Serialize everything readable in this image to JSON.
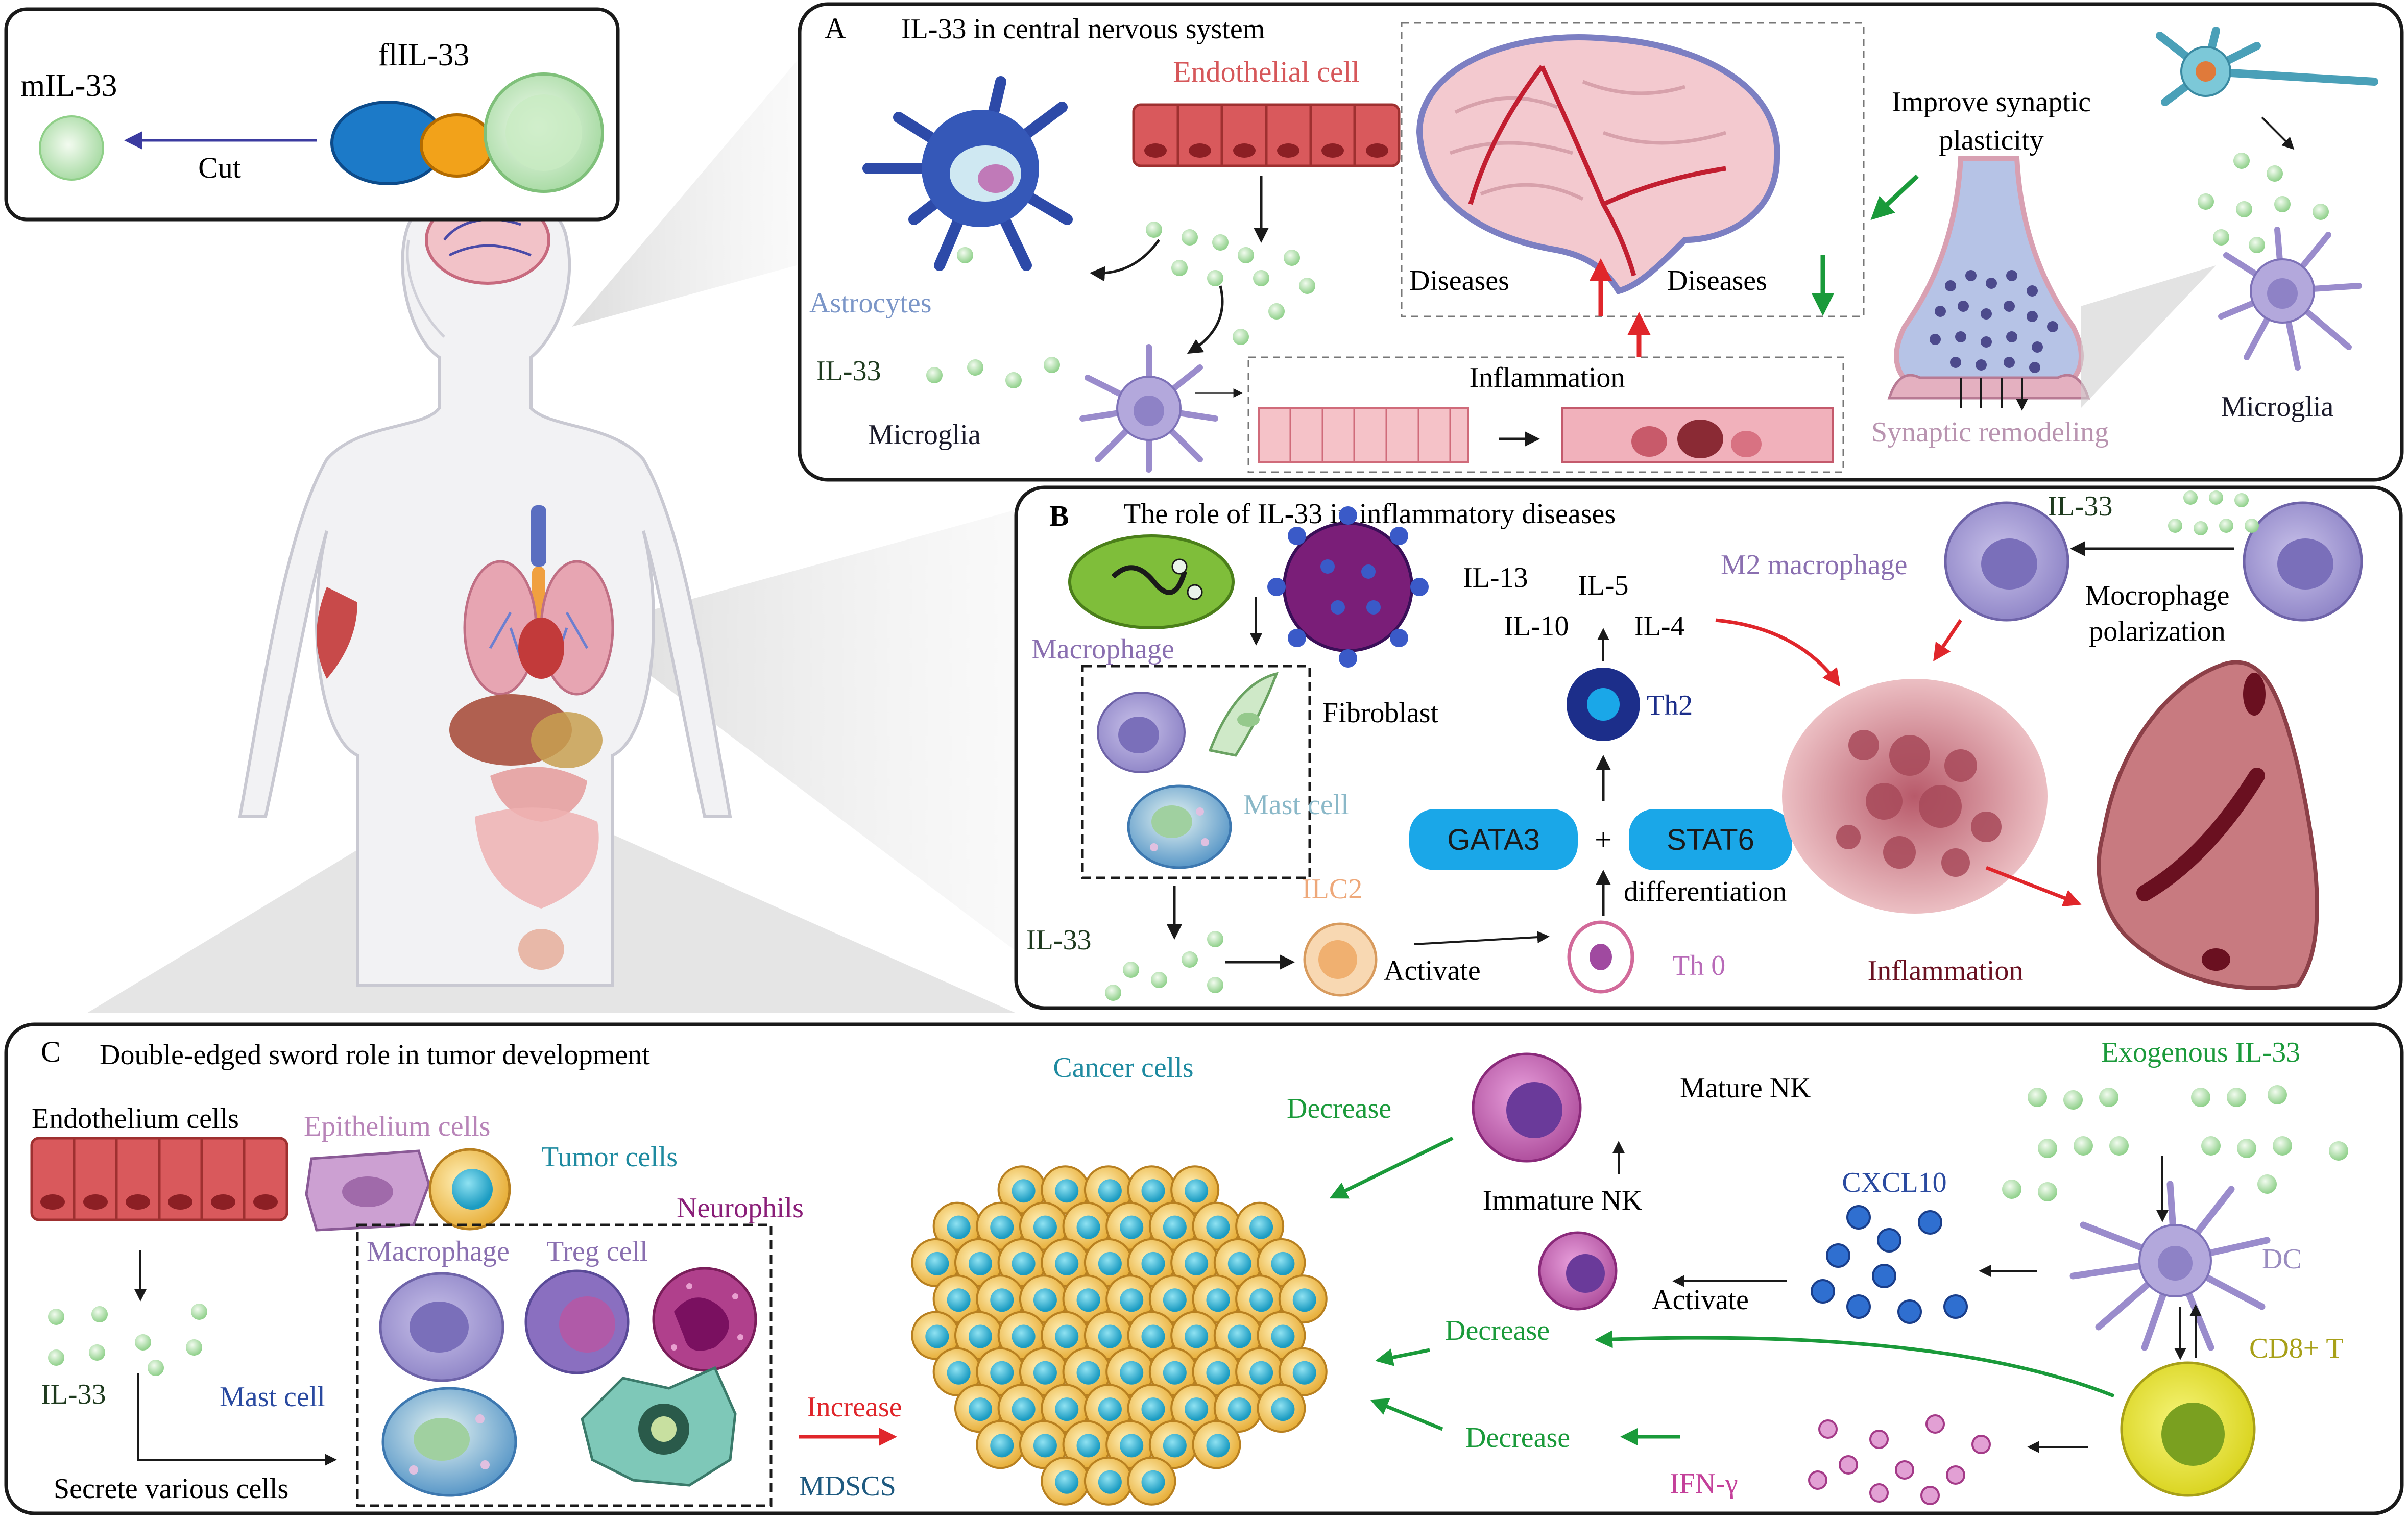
{
  "cleavage": {
    "precursor": "flIL-33",
    "mature": "mIL-33",
    "action": "Cut"
  },
  "panel_a": {
    "letter": "A",
    "title": "IL-33 in central nervous system",
    "endothelial": "Endothelial cell",
    "astrocytes": "Astrocytes",
    "il33": "IL-33",
    "microglia_left": "Microglia",
    "diseases_up": "Diseases",
    "diseases_down": "Diseases",
    "inflammation": "Inflammation",
    "improve_line1": "Improve synaptic",
    "improve_line2": "plasticity",
    "synaptic_remodeling": "Synaptic remodeling",
    "microglia_right": "Microglia"
  },
  "panel_b": {
    "letter": "B",
    "title": "The role of  IL-33 in inflammatory diseases",
    "macrophage": "Macrophage",
    "fibroblast": "Fibroblast",
    "mast_cell": "Mast cell",
    "ilc2": "ILC2",
    "il33_left": "IL-33",
    "activate": "Activate",
    "th0": "Th 0",
    "gata3": "GATA3",
    "plus": "+",
    "stat6": "STAT6",
    "differentiation": "differentiation",
    "th2": "Th2",
    "il13": "IL-13",
    "il5": "IL-5",
    "il10": "IL-10",
    "il4": "IL-4",
    "m2": "M2 macrophage",
    "il33_top": "IL-33",
    "polarization_line1": "Mocrophage",
    "polarization_line2": "polarization",
    "inflammation": "Inflammation"
  },
  "panel_c": {
    "letter": "C",
    "title": "Double-edged sword role in tumor development",
    "endothelium": "Endothelium  cells",
    "epithelium": "Epithelium cells",
    "tumor_cells": "Tumor cells",
    "neurophils": "Neurophils",
    "macrophage": "Macrophage",
    "treg": "Treg cell",
    "il33": "IL-33",
    "mast_cell": "Mast cell",
    "secrete": "Secrete various cells",
    "increase": "Increase",
    "mdscs": "MDSCS",
    "cancer_cells": "Cancer cells",
    "decrease_top": "Decrease",
    "mature_nk": "Mature NK",
    "immature_nk": "Immature NK",
    "activate": "Activate",
    "decrease_mid": "Decrease",
    "decrease_bottom": "Decrease",
    "ifn": "IFN-γ",
    "cxcl10": "CXCL10",
    "exogenous": "Exogenous IL-33",
    "dc": "DC",
    "cd8": "CD8+ T"
  },
  "colors": {
    "green_arrow": "#1a9a3a",
    "red_arrow": "#e0262b",
    "il33_bead": "#a8dca0",
    "panel_border": "#1a1a1a",
    "macrophage": "#8a7fc0",
    "cancer_yellow": "#f2c45a",
    "cancer_nucleus": "#26a8c8",
    "cxcl10": "#2f6fd0",
    "ifn": "#c4409a",
    "gata_box": "#1aa7e8"
  }
}
